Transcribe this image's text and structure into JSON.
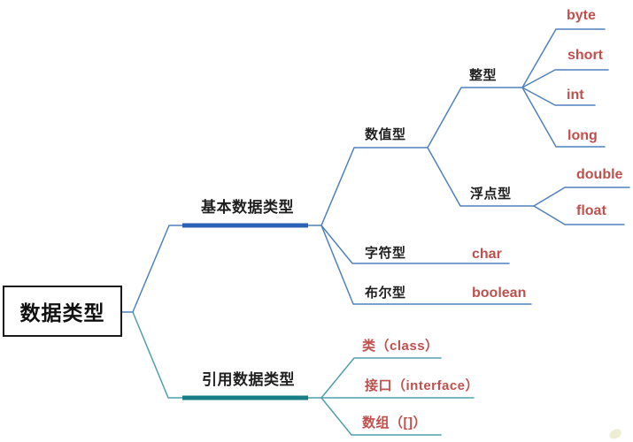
{
  "diagram": {
    "type": "mindmap",
    "topic": "Java data types tree"
  },
  "nodes": {
    "root": "数据类型",
    "primitive": "基本数据类型",
    "numeric": "数值型",
    "integer": "整型",
    "byte": "byte",
    "short": "short",
    "int": "int",
    "long": "long",
    "floating": "浮点型",
    "double": "double",
    "float": "float",
    "character": "字符型",
    "char": "char",
    "boolean_cn": "布尔型",
    "boolean": "boolean",
    "reference": "引用数据类型",
    "class": "类（class）",
    "interface": "接口（interface）",
    "array": "数组（[]）"
  },
  "hierarchy": {
    "label": "数据类型",
    "children": [
      {
        "label": "基本数据类型",
        "children": [
          {
            "label": "数值型",
            "children": [
              {
                "label": "整型",
                "children": [
                  {
                    "label": "byte"
                  },
                  {
                    "label": "short"
                  },
                  {
                    "label": "int"
                  },
                  {
                    "label": "long"
                  }
                ]
              },
              {
                "label": "浮点型",
                "children": [
                  {
                    "label": "double"
                  },
                  {
                    "label": "float"
                  }
                ]
              }
            ]
          },
          {
            "label": "字符型",
            "children": [
              {
                "label": "char"
              }
            ]
          },
          {
            "label": "布尔型",
            "children": [
              {
                "label": "boolean"
              }
            ]
          }
        ]
      },
      {
        "label": "引用数据类型",
        "children": [
          {
            "label": "类（class）"
          },
          {
            "label": "接口（interface）"
          },
          {
            "label": "数组（[]）"
          }
        ]
      }
    ]
  },
  "colors": {
    "branch_blue": "#4f81bd",
    "branch_blue_bold": "#2b62b5",
    "branch_teal": "#4f9faa",
    "branch_teal_bold": "#197d88",
    "leaf_text_red": "#c0504d",
    "node_text_black": "#1f1f1f"
  }
}
